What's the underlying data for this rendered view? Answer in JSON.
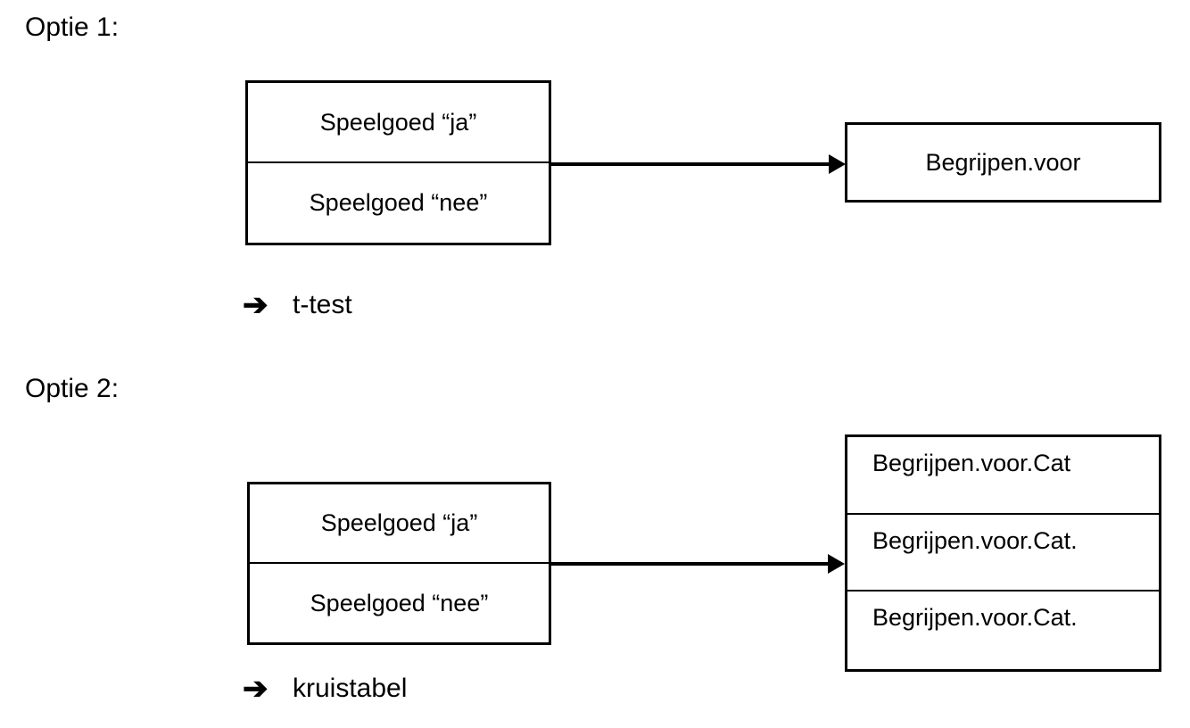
{
  "page": {
    "background_color": "#ffffff",
    "foreground_color": "#000000"
  },
  "options": [
    {
      "heading": "Optie 1:",
      "predictor_box": {
        "rows": [
          "Speelgoed “ja”",
          "Speelgoed “nee”"
        ]
      },
      "connector": {
        "icon": "right-arrow-icon"
      },
      "outcome_box": {
        "rows": [
          "Begrijpen.voor"
        ]
      },
      "result": {
        "arrow_glyph": "➔",
        "label": "t-test"
      }
    },
    {
      "heading": "Optie 2:",
      "predictor_box": {
        "rows": [
          "Speelgoed “ja”",
          "Speelgoed “nee”"
        ]
      },
      "connector": {
        "icon": "right-arrow-icon"
      },
      "outcome_box": {
        "rows": [
          "Begrijpen.voor.Cat",
          "Begrijpen.voor.Cat.",
          "Begrijpen.voor.Cat."
        ]
      },
      "result": {
        "arrow_glyph": "➔",
        "label": "kruistabel"
      }
    }
  ]
}
